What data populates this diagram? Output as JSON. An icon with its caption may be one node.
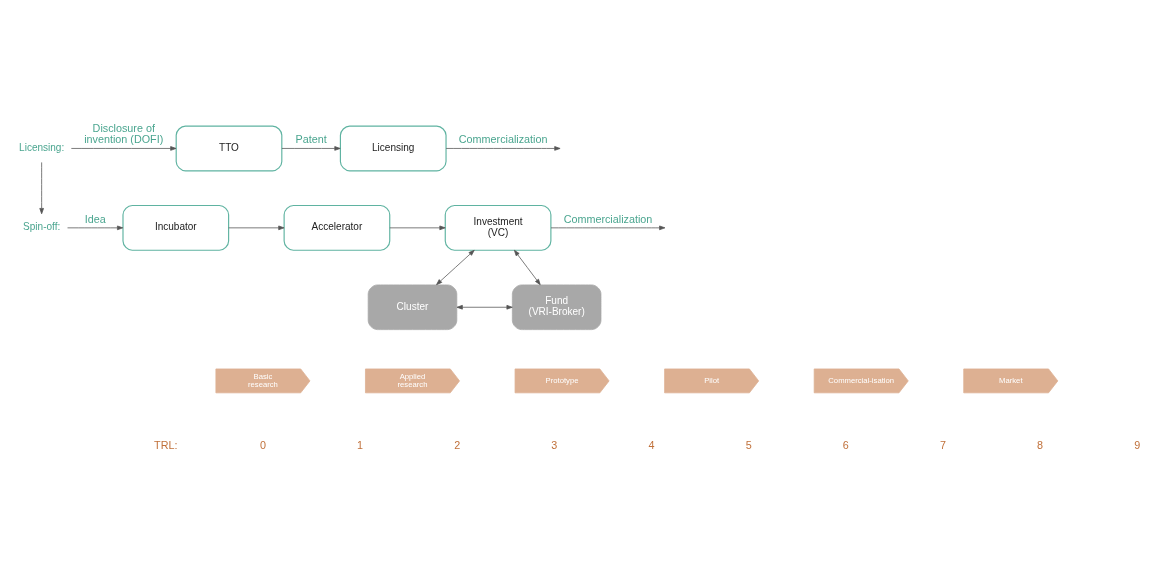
{
  "diagram": {
    "nodes": [
      {
        "text": [
          "Licensing:"
        ]
      },
      {
        "text": [
          "TTO"
        ]
      },
      {
        "text": [
          "Licensing"
        ]
      },
      {
        "text": [
          "Spin-off:"
        ]
      },
      {
        "text": [
          "Incubator"
        ]
      },
      {
        "text": [
          "Accelerator"
        ]
      },
      {
        "text": [
          "Investment (VC)"
        ]
      },
      {
        "text": [
          "Cluster"
        ]
      },
      {
        "text": [
          "Fund (VRI-Broker)"
        ]
      },
      {
        "text": [
          "Basic research"
        ]
      },
      {
        "text": [
          "Applied research"
        ]
      },
      {
        "text": [
          "Prototype"
        ]
      },
      {
        "text": [
          "Pilot"
        ]
      },
      {
        "text": [
          "Commercial-isation"
        ]
      },
      {
        "text": [
          "Market"
        ]
      }
    ],
    "edges": [
      {
        "from": 0,
        "to": 1,
        "arrow": "to",
        "label": "Disclosure of invention (DOFI)"
      },
      {
        "from": 0,
        "to": 3,
        "arrow": "to"
      },
      {
        "from": 1,
        "to": 2,
        "arrow": "to",
        "label": "Patent"
      },
      {
        "from": 2,
        "to": null,
        "arrow": "to",
        "label": "Commercialization"
      },
      {
        "from": 3,
        "to": 4,
        "arrow": "to",
        "label": "Idea"
      },
      {
        "from": 4,
        "to": 5,
        "arrow": "to"
      },
      {
        "from": 5,
        "to": 6,
        "arrow": "to"
      },
      {
        "from": 6,
        "to": null,
        "arrow": "to",
        "label": "Commercialization"
      },
      {
        "from": 6,
        "to": 7,
        "arrow": "both"
      },
      {
        "from": 6,
        "to": 8,
        "arrow": "both"
      },
      {
        "from": 7,
        "to": 8,
        "arrow": "both"
      }
    ],
    "labels": [
      "TRL:",
      "0",
      "1",
      "2",
      "3",
      "4",
      "5",
      "6",
      "7",
      "8",
      "9"
    ]
  }
}
